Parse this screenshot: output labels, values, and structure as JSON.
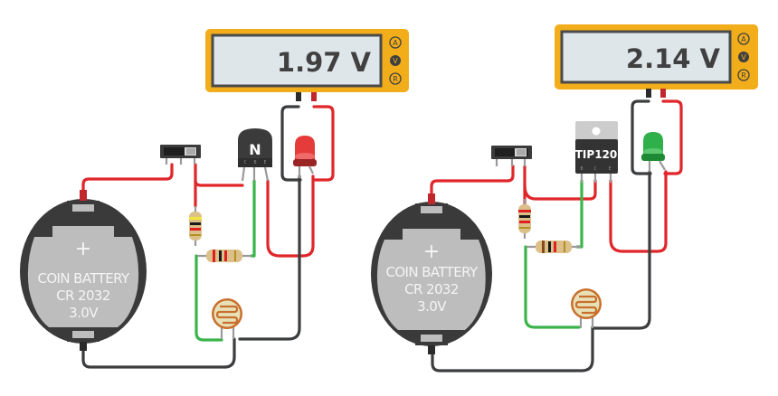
{
  "colors": {
    "meter_body": "#f2ad1b",
    "meter_screen": "#dfe6ea",
    "wire_red": "#e0262a",
    "wire_black": "#3c3d3f",
    "wire_green": "#3ab54a",
    "battery_gray": "#bdbdbd",
    "battery_holder": "#3a3a3a",
    "led_red": "#e53b3b",
    "led_green": "#2fb04a"
  },
  "circuits": [
    {
      "id": "left",
      "multimeter": {
        "reading": "1.97 V",
        "modes": [
          "A",
          "V",
          "R"
        ],
        "active_mode": "V"
      },
      "transistor": {
        "label": "N",
        "pins": [
          "C",
          "B",
          "E"
        ]
      },
      "led": {
        "color": "red"
      },
      "battery": {
        "line1": "COIN BATTERY",
        "line2": "CR 2032",
        "line3": "3.0V",
        "plus": "+"
      }
    },
    {
      "id": "right",
      "multimeter": {
        "reading": "2.14 V",
        "modes": [
          "A",
          "V",
          "R"
        ],
        "active_mode": "V"
      },
      "transistor": {
        "label": "TIP120",
        "pins": [
          "B",
          "C",
          "E"
        ]
      },
      "led": {
        "color": "green"
      },
      "battery": {
        "line1": "COIN BATTERY",
        "line2": "CR 2032",
        "line3": "3.0V",
        "plus": "+"
      }
    }
  ]
}
